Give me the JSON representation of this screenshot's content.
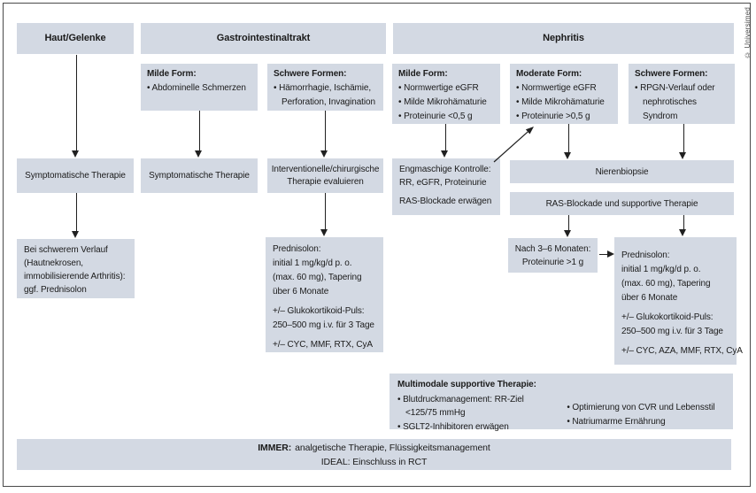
{
  "copyright": "© Universimed",
  "colors": {
    "box_fill": "#d3d9e3",
    "arrow": "#202020",
    "text": "#1b1b1b",
    "frame_border": "#4a4a4a"
  },
  "headers": {
    "skin_joints": "Haut/Gelenke",
    "gi": "Gastrointestinaltrakt",
    "nephritis": "Nephritis"
  },
  "gi_mild": {
    "title": "Milde Form:",
    "bullets": [
      "• Abdominelle Schmerzen"
    ]
  },
  "gi_severe": {
    "title": "Schwere Formen:",
    "bullets": [
      "• Hämorrhagie, Ischämie, Perforation, Invagination"
    ]
  },
  "neph_mild": {
    "title": "Milde Form:",
    "bullets": [
      "• Normwertige eGFR",
      "• Milde Mikrohämaturie",
      "• Proteinurie <0,5 g"
    ]
  },
  "neph_moderate": {
    "title": "Moderate Form:",
    "bullets": [
      "• Normwertige eGFR",
      "• Milde Mikrohämaturie",
      "• Proteinurie >0,5 g"
    ]
  },
  "neph_severe": {
    "title": "Schwere Formen:",
    "bullets": [
      "• RPGN-Verlauf oder nephrotisches Syndrom"
    ]
  },
  "therapy_skin": "Symptomatische Therapie",
  "therapy_gi_mild": "Symptomatische Therapie",
  "therapy_gi_severe": {
    "lines": [
      "Interventionelle/chirurgische",
      "Therapie evaluieren"
    ]
  },
  "monitoring": {
    "lines": [
      "Engmaschige Kontrolle:",
      "RR, eGFR, Proteinurie",
      "RAS-Blockade erwägen"
    ]
  },
  "biopsy": "Nierenbiopsie",
  "ras_supportive": "RAS-Blockade und supportive Therapie",
  "severe_course": {
    "lines": [
      "Bei schwerem Verlauf",
      "(Hautnekrosen,",
      "immobilisierende Arthritis):",
      "ggf. Prednisolon"
    ]
  },
  "prednisolone_gi": {
    "lines": [
      "Prednisolon:",
      "initial 1 mg/kg/d p. o.",
      "(max. 60 mg), Tapering",
      "über 6 Monate",
      "+/– Glukokortikoid-Puls:",
      "250–500 mg i.v. für 3 Tage",
      "+/– CYC, MMF, RTX, CyA"
    ]
  },
  "after_months": {
    "lines": [
      "Nach 3–6 Monaten:",
      "Proteinurie >1 g"
    ]
  },
  "prednisolone_neph": {
    "lines": [
      "Prednisolon:",
      "initial 1 mg/kg/d p. o.",
      "(max. 60 mg), Tapering",
      "über 6 Monate",
      "+/– Glukokortikoid-Puls:",
      "250–500 mg i.v. für 3 Tage",
      "+/– CYC, AZA, MMF, RTX, CyA"
    ]
  },
  "supportive": {
    "title": "Multimodale supportive Therapie:",
    "left_bullets": [
      "• Blutdruckmanagement: RR-Ziel <125/75 mmHg",
      "• SGLT2-Inhibitoren erwägen"
    ],
    "right_bullets": [
      "• Optimierung von CVR und Lebensstil",
      "• Natriumarme Ernährung"
    ]
  },
  "footer": {
    "immer_label": "IMMER:",
    "immer_text": "analgetische Therapie, Flüssigkeitsmanagement",
    "ideal_line": "IDEAL: Einschluss in RCT"
  }
}
